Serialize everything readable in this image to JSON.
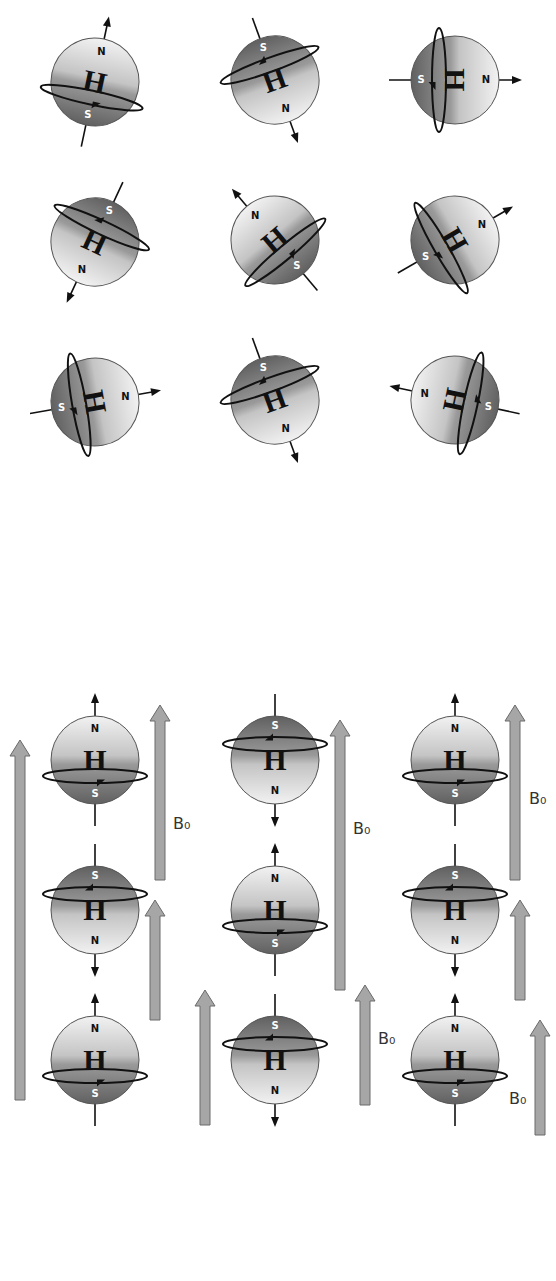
{
  "diagram": {
    "nodes": [
      {
        "text": [
          "H",
          "N",
          "S"
        ]
      },
      {
        "text": [
          "H",
          "N",
          "S"
        ]
      },
      {
        "text": [
          "H",
          "N",
          "S"
        ]
      },
      {
        "text": [
          "H",
          "N",
          "S"
        ]
      },
      {
        "text": [
          "H",
          "N",
          "S"
        ]
      },
      {
        "text": [
          "H",
          "N",
          "S"
        ]
      },
      {
        "text": [
          "H",
          "N",
          "S"
        ]
      },
      {
        "text": [
          "H",
          "N",
          "S"
        ]
      },
      {
        "text": [
          "H",
          "N",
          "S"
        ]
      },
      {
        "text": [
          "H",
          "N",
          "S"
        ]
      },
      {
        "text": [
          "H",
          "N",
          "S"
        ]
      },
      {
        "text": [
          "H",
          "N",
          "S"
        ]
      },
      {
        "text": [
          "H",
          "N",
          "S"
        ]
      },
      {
        "text": [
          "H",
          "N",
          "S"
        ]
      },
      {
        "text": [
          "H",
          "N",
          "S"
        ]
      },
      {
        "text": [
          "H",
          "N",
          "S"
        ]
      },
      {
        "text": [
          "H",
          "N",
          "S"
        ]
      },
      {
        "text": [
          "H",
          "N",
          "S"
        ]
      }
    ],
    "labels": [
      "B₀",
      "B₀",
      "B₀",
      "B₀",
      "B₀"
    ]
  }
}
